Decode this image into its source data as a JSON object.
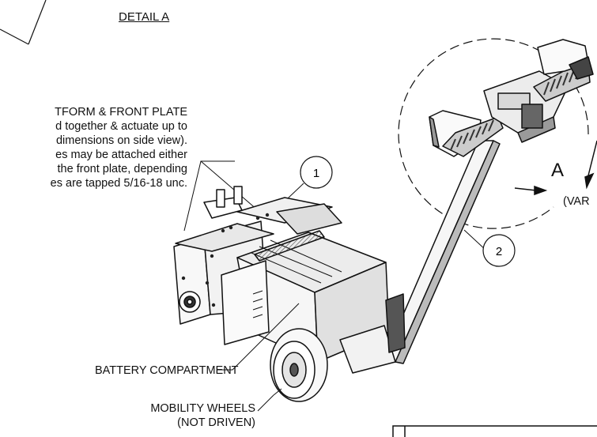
{
  "detail_label": "DETAIL  A",
  "section_letter": "A",
  "var_label": "(VAR",
  "platform_note": {
    "line1": "TFORM & FRONT PLATE",
    "line2": "d together & actuate up to",
    "line3": "dimensions on side view).",
    "line4": "es may be attached either",
    "line5": "the front plate, depending",
    "line6": "es are tapped 5/16-18 unc."
  },
  "balloons": [
    "1",
    "2"
  ],
  "battery_label": "BATTERY COMPARTMENT",
  "wheels_label": {
    "line1": "MOBILITY WHEELS",
    "line2": "(NOT DRIVEN)"
  }
}
